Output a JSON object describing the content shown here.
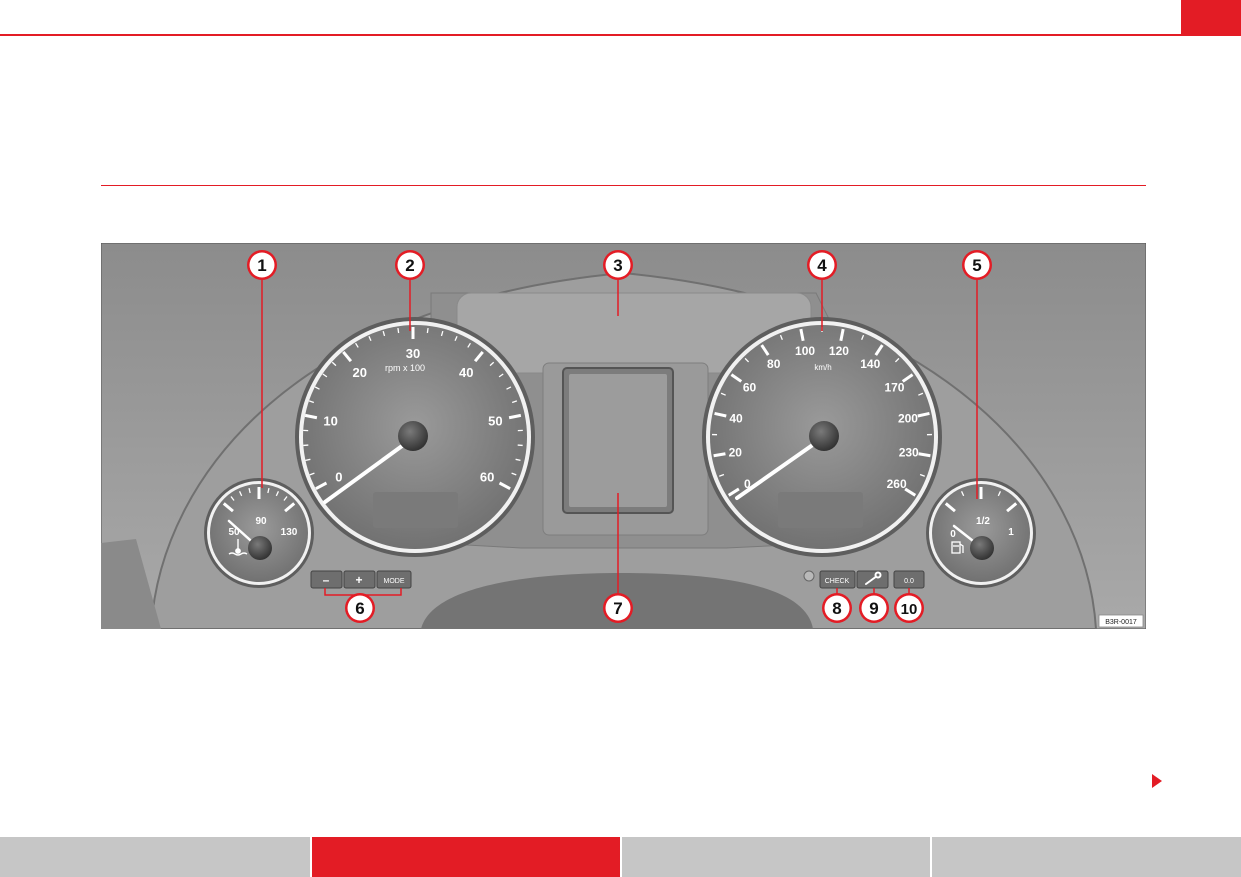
{
  "figure": {
    "code": "B3R-0017",
    "tachometer": {
      "unit": "rpm x 100",
      "ticks": [
        "0",
        "10",
        "20",
        "30",
        "40",
        "50",
        "60"
      ]
    },
    "speedometer": {
      "unit": "km/h",
      "ticks": [
        "0",
        "20",
        "40",
        "60",
        "80",
        "100",
        "120",
        "140",
        "170",
        "200",
        "230",
        "260"
      ]
    },
    "coolant_gauge": {
      "ticks": [
        "50",
        "90",
        "130"
      ]
    },
    "fuel_gauge": {
      "ticks": [
        "0",
        "1/2",
        "1"
      ]
    },
    "buttons": {
      "minus": "–",
      "plus": "+",
      "mode": "MODE",
      "check": "CHECK",
      "reset": "0.0"
    },
    "callouts": [
      "1",
      "2",
      "3",
      "4",
      "5",
      "6",
      "7",
      "8",
      "9",
      "10"
    ]
  },
  "colors": {
    "brand_red": "#e31c25",
    "tab_grey": "#c6c6c6"
  },
  "icons": {
    "next_page": "triangle-right-icon",
    "service": "wrench-icon",
    "coolant": "coolant-temperature-icon",
    "fuel": "fuel-pump-icon"
  },
  "footer_tabs": [
    "",
    "",
    "",
    ""
  ]
}
